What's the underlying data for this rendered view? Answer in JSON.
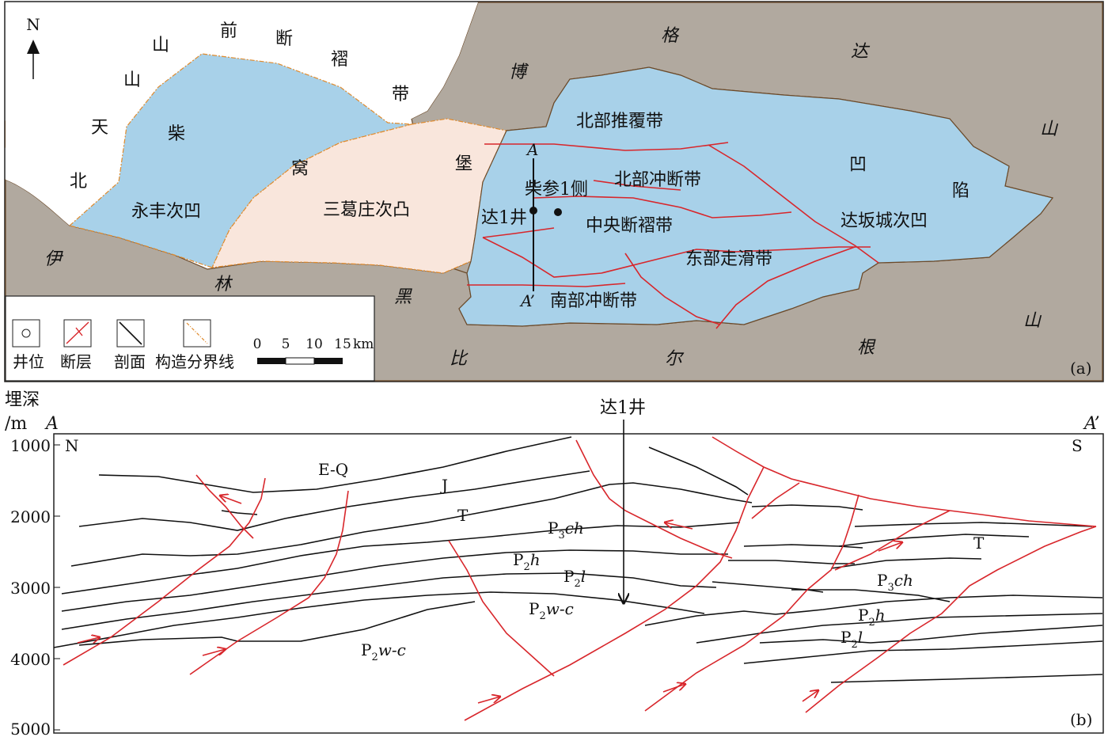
{
  "panel_a": {
    "panel_label": "(a)",
    "north": "N",
    "places": {
      "bei": "北",
      "tian": "天",
      "shan1": "山",
      "shan2": "山",
      "qian": "前",
      "duan": "断",
      "zhe": "褶",
      "dai": "带",
      "chai": "柴",
      "wo": "窝",
      "bao": "堡",
      "bo": "博",
      "ge": "格",
      "da": "达",
      "shan3": "山",
      "ao": "凹",
      "xian": "陷",
      "yi": "伊",
      "lin": "林",
      "hei": "黑",
      "bi": "比",
      "er": "尔",
      "gen": "根",
      "shan4": "山"
    },
    "units": {
      "yongfeng": "永丰次凹",
      "sangezhuang": "三葛庄次凸",
      "north_thrust_cover": "北部推覆带",
      "north_thrust": "北部冲断带",
      "central_fold": "中央断褶带",
      "east_strike_slip": "东部走滑带",
      "south_thrust": "南部冲断带",
      "dabancheng": "达坂城次凹"
    },
    "wells": {
      "chaican": "柴参1侧",
      "da1": "达1井"
    },
    "section_ends": {
      "a": "A",
      "a_prime": "A’"
    },
    "legend": {
      "well": "井位",
      "fault": "断层",
      "section": "剖面",
      "boundary": "构造分界线"
    },
    "scale_ticks": [
      "0",
      "5",
      "10",
      "15"
    ],
    "scale_unit": "km",
    "colors": {
      "basin": "#a8d1e9",
      "uplift": "#f9e6dc",
      "mountain": "#b1a99f",
      "fault": "#d8262b"
    }
  },
  "panel_b": {
    "panel_label": "(b)",
    "depth_label_1": "埋深",
    "depth_label_2": "/m",
    "end_a": "A",
    "end_a_prime": "A’",
    "north": "N",
    "south": "S",
    "well": "达1井",
    "depth_ticks": [
      "1000",
      "2000",
      "3000",
      "4000",
      "5000"
    ],
    "layers": {
      "eq": "E-Q",
      "j": "J",
      "t_left": "T",
      "t_right": "T",
      "p3ch_left": "ch",
      "p3ch_right": "ch",
      "p2h_left": "h",
      "p2h_right": "h",
      "p2l_left": "l",
      "p2l_right": "l",
      "p2wc_mid": "w-c",
      "p2wc_left": "w-c",
      "p": "P",
      "sub3": "3",
      "sub2": "2"
    }
  }
}
